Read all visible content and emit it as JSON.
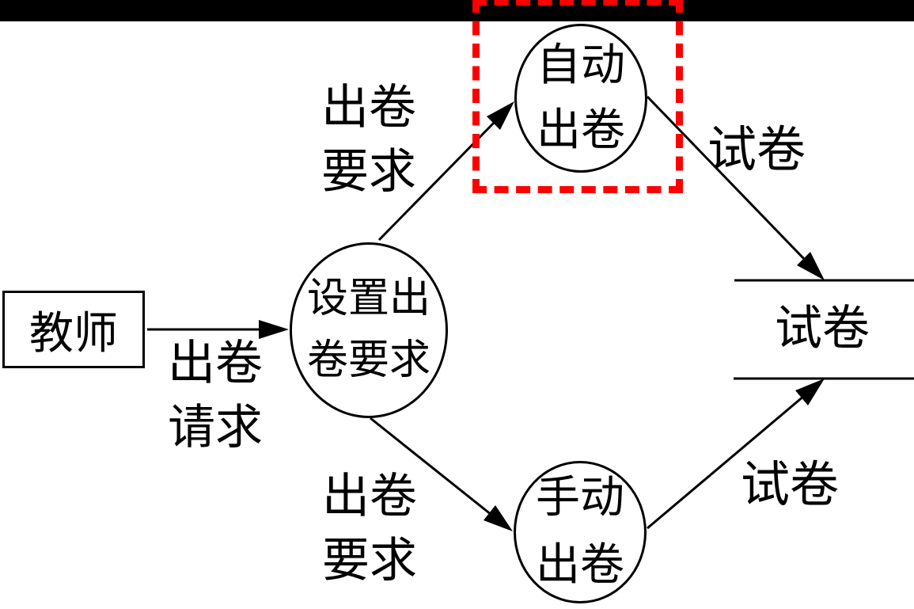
{
  "colors": {
    "highlight": "#FF0000",
    "ink": "#000000",
    "letterbox": "#000000"
  },
  "nodes": {
    "teacher": {
      "label": "教师"
    },
    "setup_process": {
      "lines": [
        "设置出",
        "卷要求"
      ]
    },
    "auto_process": {
      "lines": [
        "自动",
        "出卷"
      ]
    },
    "manual_process": {
      "lines": [
        "手动",
        "出卷"
      ]
    },
    "paper_store": {
      "label": "试卷"
    }
  },
  "edge_labels": {
    "teacher_to_setup": {
      "lines": [
        "出卷",
        "请求"
      ]
    },
    "setup_to_auto": {
      "lines": [
        "出卷",
        "要求"
      ]
    },
    "setup_to_manual": {
      "lines": [
        "出卷",
        "要求"
      ]
    },
    "auto_to_store": {
      "label": "试卷"
    },
    "manual_to_store": {
      "label": "试卷"
    }
  }
}
